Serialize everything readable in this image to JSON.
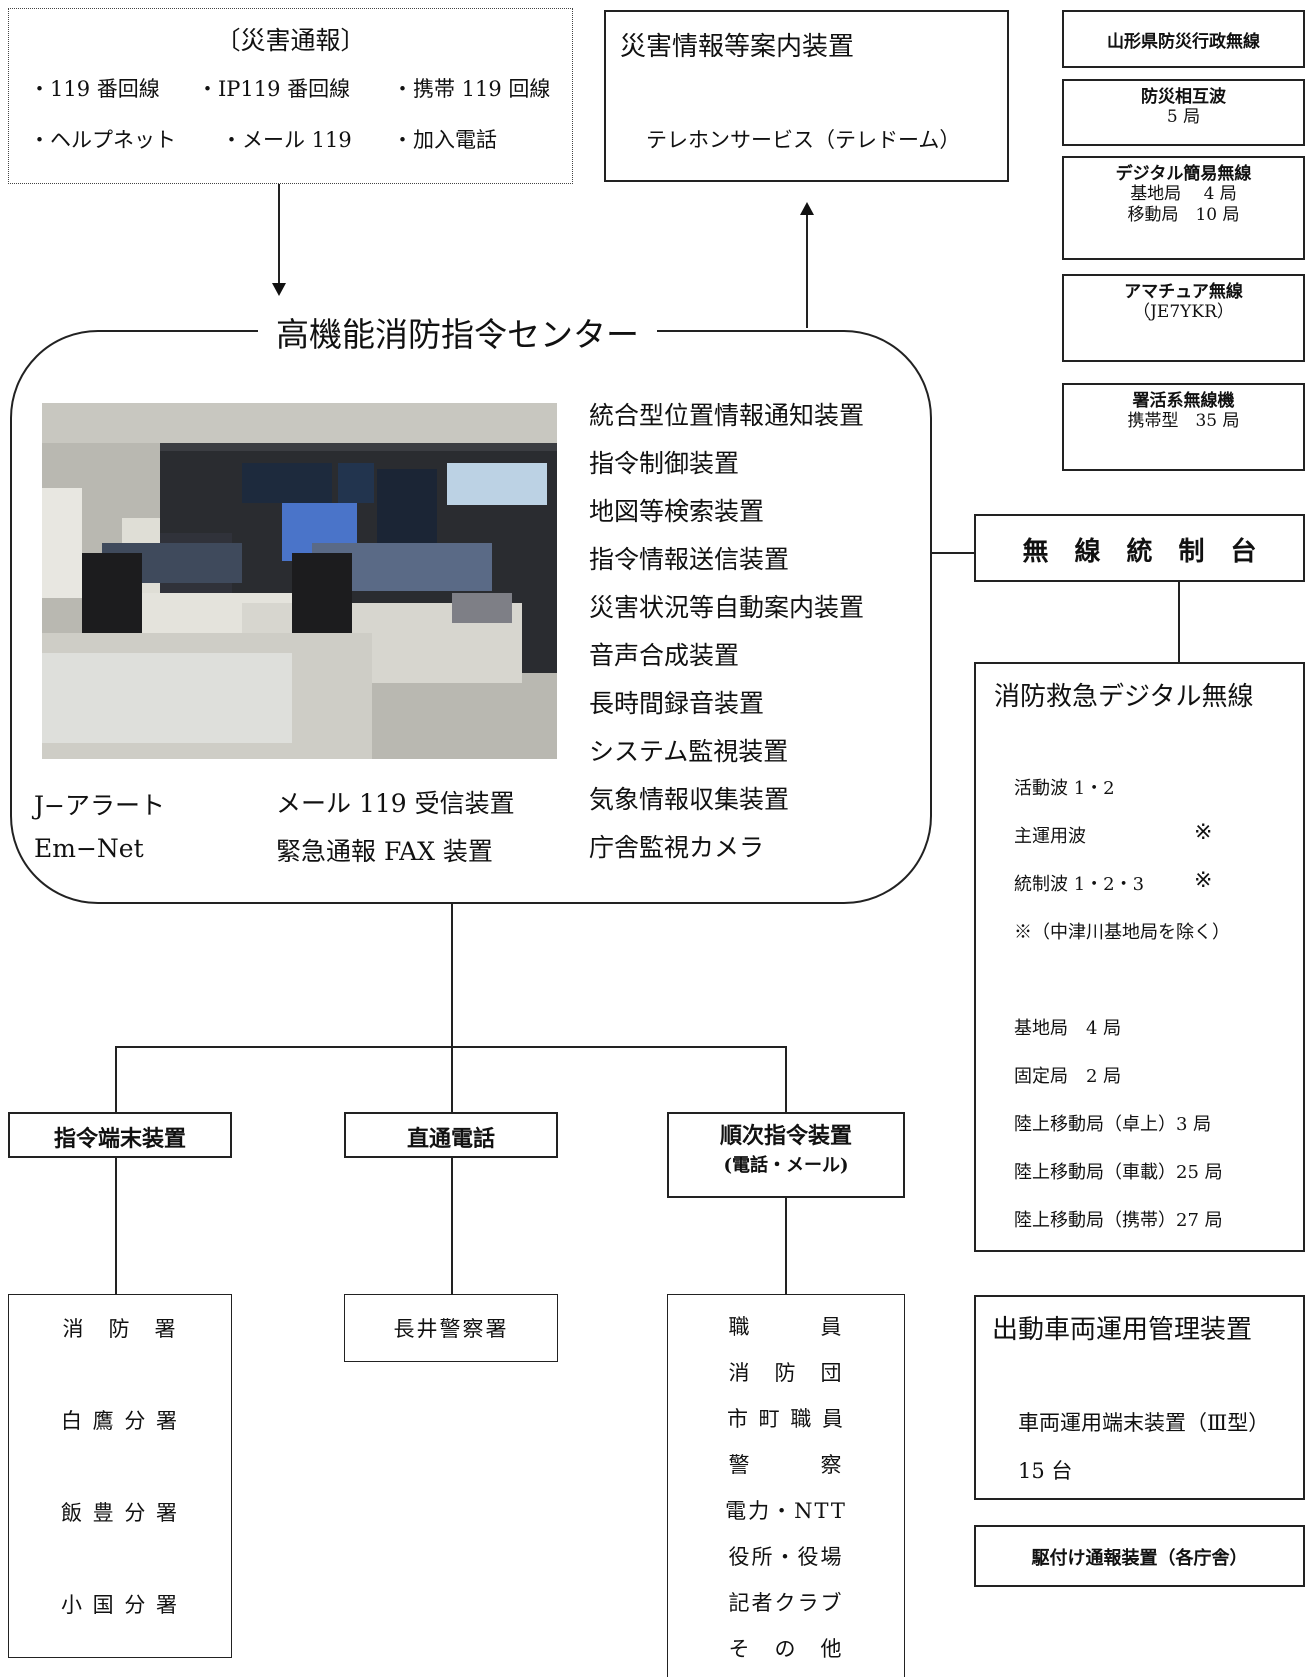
{
  "report": {
    "title": "〔災害通報〕",
    "row1": [
      "・119 番回線",
      "・IP119 番回線",
      "・携帯 119 回線"
    ],
    "row2": [
      "・ヘルプネット",
      "・メール 119",
      "・加入電話"
    ]
  },
  "guide": {
    "title": "災害情報等案内装置",
    "sub": "テレホンサービス（テレドーム）"
  },
  "side_radio": [
    {
      "title": "山形県防災行政無線",
      "lines": []
    },
    {
      "title": "防災相互波",
      "lines": [
        "5 局"
      ]
    },
    {
      "title": "デジタル簡易無線",
      "lines": [
        "基地局　 4 局",
        "移動局　10 局"
      ]
    },
    {
      "title": "アマチュア無線",
      "lines": [
        "（JE7YKR）"
      ]
    },
    {
      "title": "署活系無線機",
      "lines": [
        "携帯型　35 局"
      ]
    }
  ],
  "center": {
    "title": "高機能消防指令センター",
    "devices": [
      "統合型位置情報通知装置",
      "指令制御装置",
      "地図等検索装置",
      "指令情報送信装置",
      "災害状況等自動案内装置",
      "音声合成装置",
      "長時間録音装置",
      "システム監視装置",
      "気象情報収集装置",
      "庁舎監視カメラ"
    ],
    "left_items": [
      "J−アラート",
      "Em−Net"
    ],
    "mid_items": [
      "メール 119 受信装置",
      "緊急通報 FAX 装置"
    ]
  },
  "control": {
    "label": "無　線　統　制　台"
  },
  "fire_radio": {
    "title": "消防救急デジタル無線",
    "waves": [
      {
        "name": "活動波 1・2",
        "mark": ""
      },
      {
        "name": "主運用波",
        "mark": "※"
      },
      {
        "name": "統制波 1・2・3",
        "mark": "※"
      }
    ],
    "note": "※（中津川基地局を除く）",
    "stations": [
      "基地局　4 局",
      "固定局　2 局",
      "陸上移動局（卓上）3 局",
      "陸上移動局（車載）25 局",
      "陸上移動局（携帯）27 局"
    ]
  },
  "vehicle": {
    "title": "出動車両運用管理装置",
    "line1": "車両運用端末装置（Ⅲ型）",
    "line2": "15 台"
  },
  "rush": {
    "label": "駆付け通報装置（各庁舎）"
  },
  "branches": {
    "terminal": {
      "label": "指令端末装置",
      "items": [
        "消　防　署",
        "白 鷹 分 署",
        "飯 豊 分 署",
        "小 国 分 署"
      ]
    },
    "direct": {
      "label": "直通電話",
      "items": [
        "長井警察署"
      ]
    },
    "sequential": {
      "label": "順次指令装置",
      "sub": "(電話・メール)",
      "items": [
        "職　　　員",
        "消　防　団",
        "市 町 職 員",
        "警　　　察",
        "電力・NTT",
        "役所・役場",
        "記者クラブ",
        "そ　の　他"
      ]
    }
  }
}
